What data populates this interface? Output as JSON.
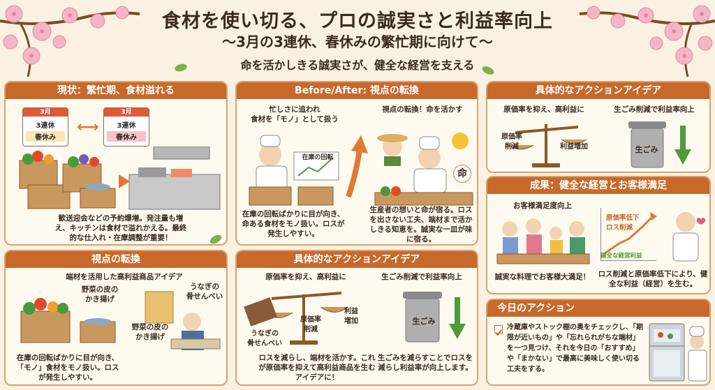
{
  "header": {
    "title": "食材を使い切る、プロの誠実さと利益率向上",
    "subtitle": "〜3月の3連休、春休みの繁忙期に向けて〜",
    "tagline": "命を活かしきる誠実さが、健全な経営を支える"
  },
  "current": {
    "heading": "現状：繁忙期、食材溢れる",
    "cal1_month": "3月",
    "cal1_line1": "3連休",
    "cal1_line2": "春休み",
    "cal2_month": "3月",
    "cal2_line1": "3連休",
    "cal2_line2": "春休み",
    "desc": "歓送迎会などの予約爆増。発注量も増え、キッチンは食材で溢れかえる。最終的な仕入れ・在庫調整が重要！"
  },
  "viewpoint": {
    "heading": "視点の転換",
    "subheading": "端材を活用した高利益商品アイデア",
    "label_veg": "野菜の皮の\nかき揚げ",
    "label_eel": "うなぎの\n骨せんべい",
    "label_veg2": "野菜の皮の\nかき揚げ",
    "desc": "在庫の回転ばかりに目が向き、「モノ」食材をモノ扱い。ロスが発生しやすい。"
  },
  "before_after": {
    "heading": "Before/After: 視点の転換",
    "before_caption": "忙しさに追われ\n食材を「モノ」として扱う",
    "chart_label": "在庫の回転",
    "after_caption": "視点の転換！命を活かす",
    "life_char": "命",
    "before_desc": "在庫の回転ばかりに目が向き、命ある食材をモノ扱い。ロスが発生しやすい。",
    "after_desc": "生産者の想いと命が宿る。ロスを出さない工夫、端材まで活かしきる知恵を。誠実な一皿が味に宿る。"
  },
  "actions_mid": {
    "heading": "具体的なアクションアイデア",
    "left_title": "原価率を抑え、高利益に",
    "right_title": "生ごみ削減で利益率向上",
    "scale_left": "原価率\n削減",
    "scale_right": "利益\n増加",
    "eel_label": "うなぎの\n骨せんべい",
    "bin_label": "生ごみ",
    "left_desc": "ロスを減らし、端材を活かす。これが原価率を抑えて高利益商品を生むアイデアに！",
    "right_desc": "生ごみを減らすことでロスを減らし利益率が向上します。"
  },
  "actions_right": {
    "heading": "具体的なアクションアイデア",
    "left_title": "原価率を抑え、高利益に",
    "right_title": "生ごみ削減で利益率向上",
    "scale_left": "原価率\n削減",
    "scale_right": "利益増加",
    "bin_label": "生ごみ"
  },
  "results": {
    "heading": "成果：健全な経営とお客様満足",
    "satisfaction": "お客様満足度向上",
    "chart_line1": "原価率低下",
    "chart_line2": "ロス削減",
    "chart_base": "健全な経営利益",
    "left_desc": "誠実な料理でお客様大満足！",
    "right_desc": "ロス削減と原価率低下により、健全な利益（経営）を生む。"
  },
  "today": {
    "heading": "今日のアクション",
    "text": "冷蔵庫やストック棚の奥をチェックし、「期限が近いもの」や「忘れられがちな端材」を一つ見つけ、それを今日の「おすすめ」や「まかない」で最高に美味しく使い切る工夫をする。"
  },
  "colors": {
    "background": "#fbf1e2",
    "header_bar": "#c8692c",
    "panel_border": "#d9a36c",
    "arrow": "#e07a32",
    "green_arrow": "#4f9a3a",
    "blossom": "#f4b6c2"
  }
}
